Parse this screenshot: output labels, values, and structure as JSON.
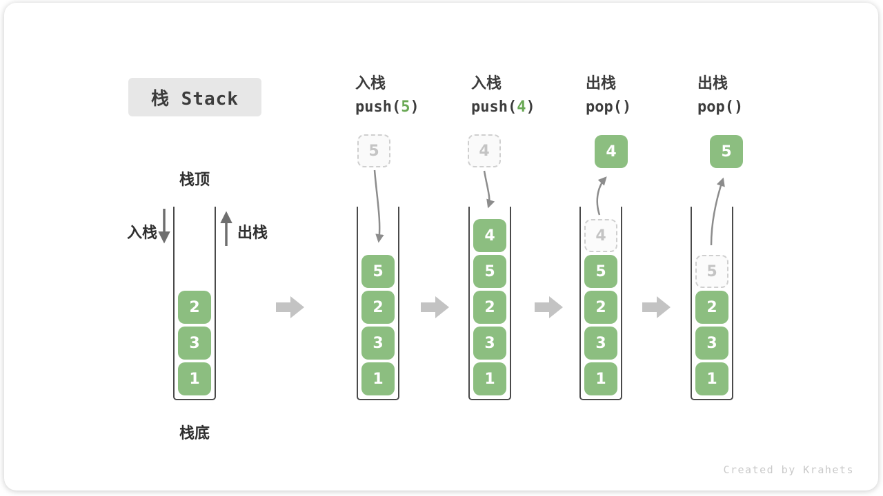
{
  "title": "栈 Stack",
  "watermark": "Created by Krahets",
  "base_stack": {
    "top_label": "栈顶",
    "bottom_label": "栈底",
    "push_arrow_label": "入栈",
    "pop_arrow_label": "出栈",
    "items": [
      "2",
      "3",
      "1"
    ]
  },
  "steps": [
    {
      "label_cn": "入栈",
      "code_pre": "push(",
      "code_arg": "5",
      "code_post": ")",
      "floating_value": "5",
      "floating_style": "ghost",
      "arrow": "into-stack",
      "items": [
        "5",
        "2",
        "3",
        "1"
      ]
    },
    {
      "label_cn": "入栈",
      "code_pre": "push(",
      "code_arg": "4",
      "code_post": ")",
      "floating_value": "4",
      "floating_style": "ghost",
      "arrow": "into-stack",
      "items": [
        "4",
        "5",
        "2",
        "3",
        "1"
      ]
    },
    {
      "label_cn": "出栈",
      "code_pre": "pop(",
      "code_arg": "",
      "code_post": ")",
      "floating_value": "4",
      "floating_style": "solid",
      "arrow": "out-of-stack",
      "items": [
        "4",
        "5",
        "2",
        "3",
        "1"
      ],
      "ghost_index": 0
    },
    {
      "label_cn": "出栈",
      "code_pre": "pop(",
      "code_arg": "",
      "code_post": ")",
      "floating_value": "5",
      "floating_style": "solid",
      "arrow": "out-of-stack",
      "items": [
        "5",
        "2",
        "3",
        "1"
      ],
      "ghost_index": 0
    }
  ],
  "colors": {
    "box_green": "#8CBE80",
    "code_arg_green": "#69A854",
    "label_text": "#3C3C3C",
    "arrow_gray": "#6E6E6E",
    "curved_arrow_gray": "#8C8C8C",
    "block_arrow_gray": "#C3C3C3",
    "ghost_border": "#CFCFCF",
    "ghost_text": "#C4C4C4",
    "title_bg": "#E7E7E7"
  }
}
